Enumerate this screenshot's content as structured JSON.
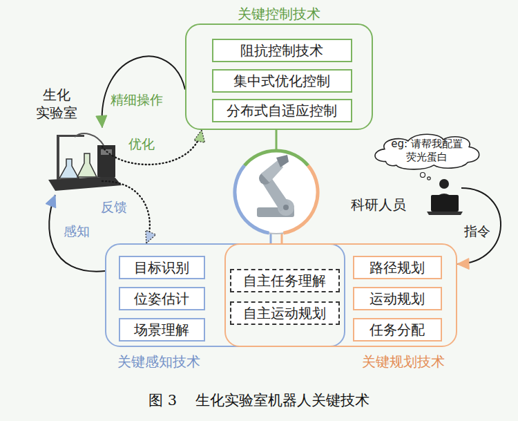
{
  "diagram": {
    "caption": "图 3    生化实验室机器人关键技术",
    "nodes": [
      {
        "text": [
          "关键控制技术"
        ]
      },
      {
        "text": [
          "阻抗控制技术"
        ],
        "in": 0
      },
      {
        "text": [
          "集中式优化控制"
        ],
        "in": 0
      },
      {
        "text": [
          "分布式自适应控制"
        ],
        "in": 0
      },
      {
        "text": [
          "生化 实验室"
        ]
      },
      {
        "text": [
          "eg: 请帮我配置荧光蛋白"
        ]
      },
      {
        "text": [
          "科研人员"
        ]
      },
      {
        "text": [
          "关键感知技术"
        ]
      },
      {
        "text": [
          "目标识别"
        ],
        "in": 7
      },
      {
        "text": [
          "位姿估计"
        ],
        "in": 7
      },
      {
        "text": [
          "场景理解"
        ],
        "in": 7
      },
      {
        "text": [
          "关键规划技术"
        ]
      },
      {
        "text": [
          "自主任务理解"
        ],
        "in": 11
      },
      {
        "text": [
          "自主运动规划"
        ],
        "in": 11
      },
      {
        "text": [
          "路径规划"
        ],
        "in": 11
      },
      {
        "text": [
          "运动规划"
        ],
        "in": 11
      },
      {
        "text": [
          "任务分配"
        ],
        "in": 11
      }
    ],
    "edges": [
      {
        "from": 0,
        "to": 4,
        "arrow": "to",
        "label": "精细操作"
      },
      {
        "from": 4,
        "to": 0,
        "arrow": "to",
        "label": "优化"
      },
      {
        "from": 4,
        "to": 7,
        "arrow": "to",
        "label": "反馈"
      },
      {
        "from": 7,
        "to": 4,
        "arrow": "to",
        "label": "感知"
      },
      {
        "from": 6,
        "to": 11,
        "arrow": "to",
        "label": "指令"
      }
    ]
  }
}
